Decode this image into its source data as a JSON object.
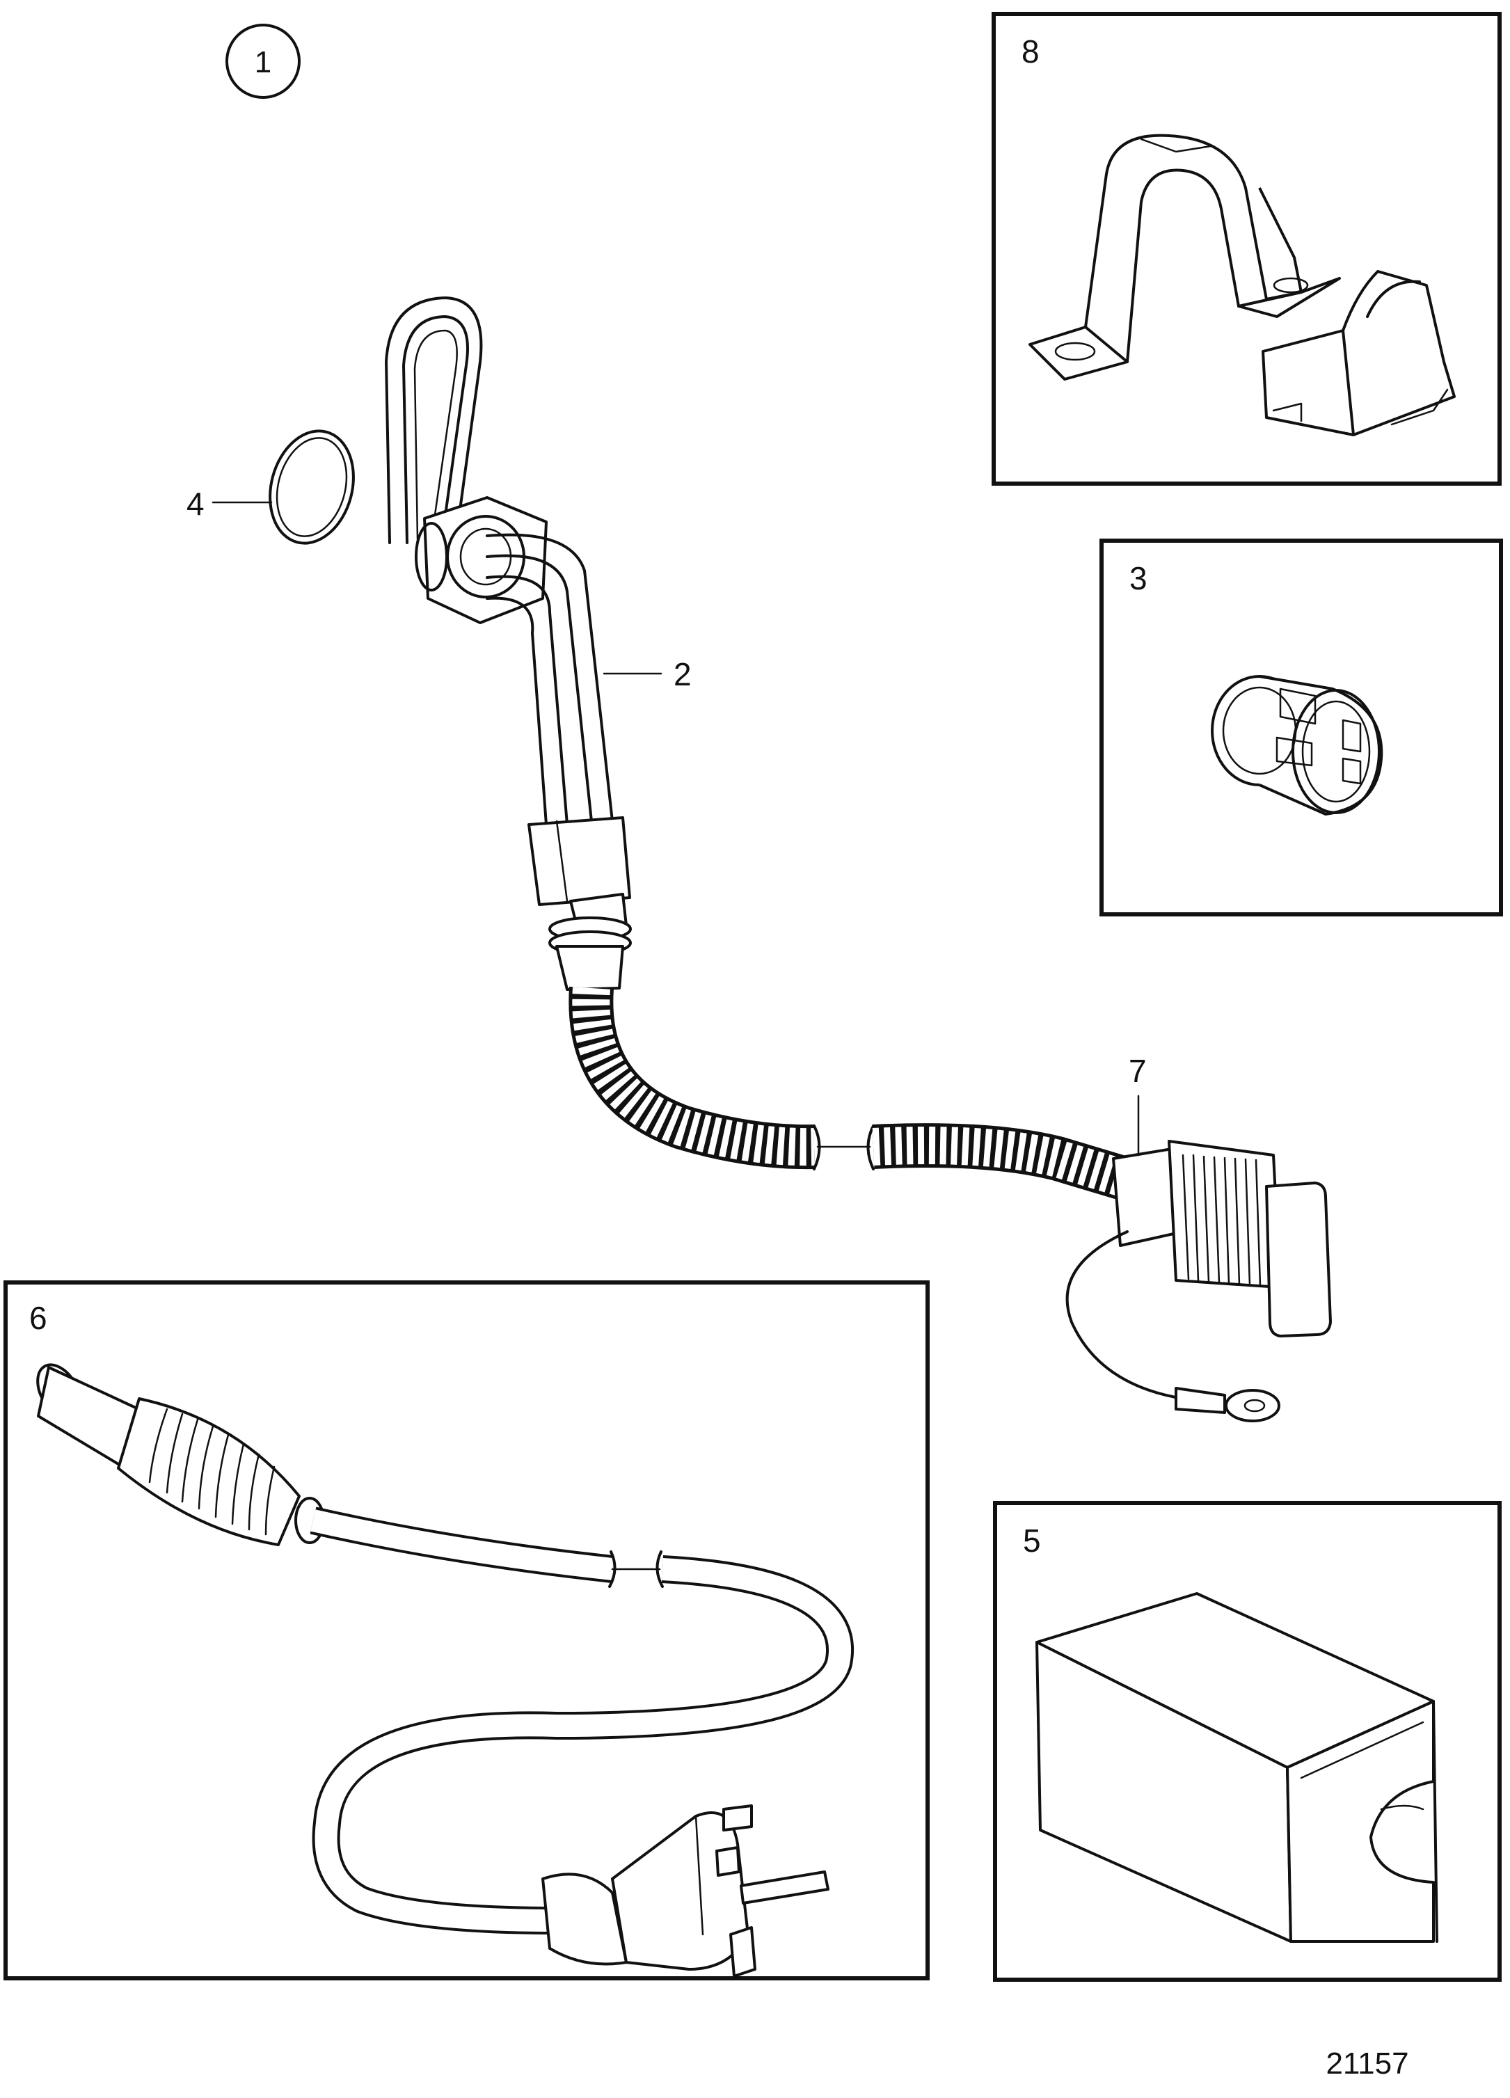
{
  "diagram": {
    "main_callout": "1",
    "drawing_number": "21157",
    "parts": [
      {
        "id": "heater_element",
        "label": "2"
      },
      {
        "id": "cover_box",
        "label": "3"
      },
      {
        "id": "o_ring",
        "label": "4"
      },
      {
        "id": "sleeve",
        "label": "5"
      },
      {
        "id": "cable_with_plug",
        "label": "6"
      },
      {
        "id": "socket",
        "label": "7"
      },
      {
        "id": "clamp",
        "label": "8"
      }
    ]
  }
}
